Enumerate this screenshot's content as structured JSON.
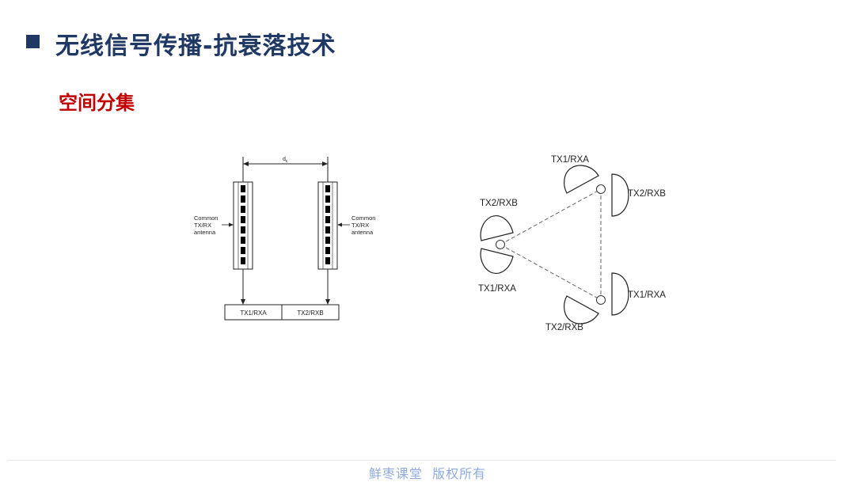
{
  "slide": {
    "title": "无线信号传播-抗衰落技术",
    "subtitle": "空间分集",
    "footer": "鲜枣课堂  版权所有"
  },
  "left_diagram": {
    "spacing_label": "d",
    "spacing_subscript": "c",
    "antenna_label_left": [
      "Common",
      "TX/RX",
      "antenna"
    ],
    "antenna_label_right": [
      "Common",
      "TX/RX",
      "antenna"
    ],
    "port_left": "TX1/RXA",
    "port_right": "TX2/RXB"
  },
  "right_diagram": {
    "top_a": "TX1/RXA",
    "top_b": "TX2/RXB",
    "left_a": "TX2/RXB",
    "left_b": "TX1/RXA",
    "bottom_a": "TX1/RXA",
    "bottom_b": "TX2/RXB"
  },
  "colors": {
    "title": "#1f3864",
    "subtitle": "#c00000",
    "footer": "#8faadc"
  }
}
